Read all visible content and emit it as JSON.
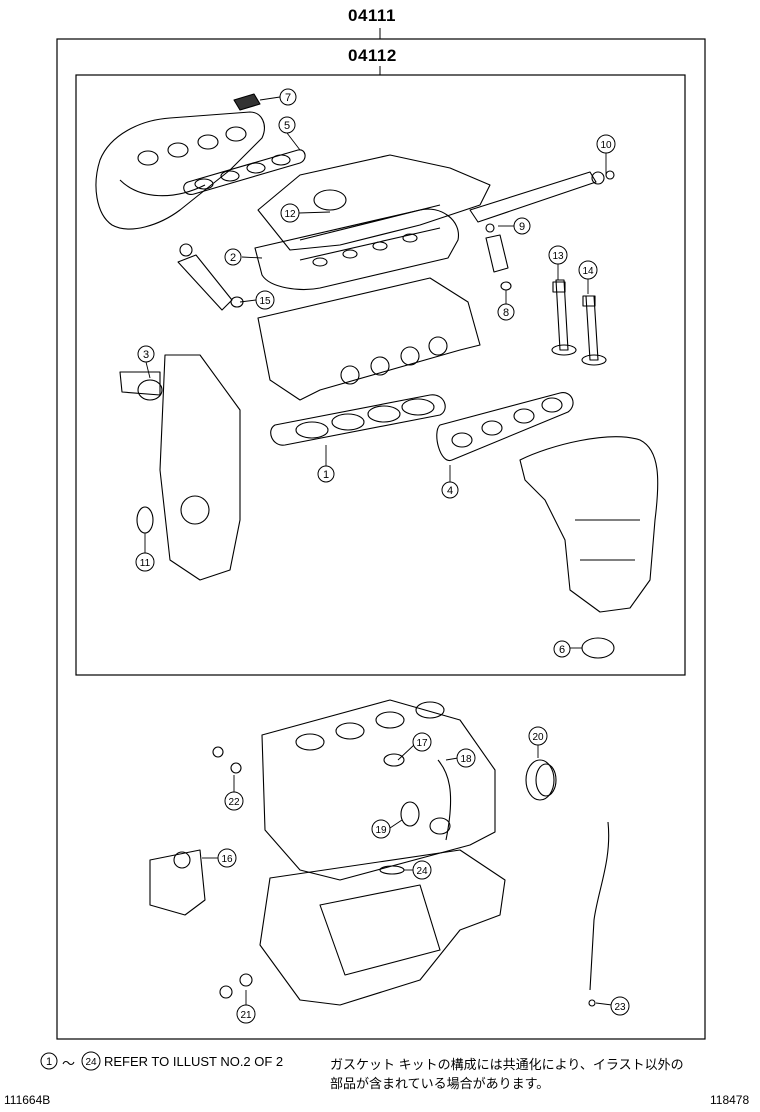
{
  "header": {
    "kit_outer_number": "04111",
    "kit_inner_number": "04112"
  },
  "callouts": [
    {
      "id": "1",
      "label": "1"
    },
    {
      "id": "2",
      "label": "2"
    },
    {
      "id": "3",
      "label": "3"
    },
    {
      "id": "4",
      "label": "4"
    },
    {
      "id": "5",
      "label": "5"
    },
    {
      "id": "6",
      "label": "6"
    },
    {
      "id": "7",
      "label": "7"
    },
    {
      "id": "8",
      "label": "8"
    },
    {
      "id": "9",
      "label": "9"
    },
    {
      "id": "10",
      "label": "10"
    },
    {
      "id": "11",
      "label": "11"
    },
    {
      "id": "12",
      "label": "12"
    },
    {
      "id": "13",
      "label": "13"
    },
    {
      "id": "14",
      "label": "14"
    },
    {
      "id": "15",
      "label": "15"
    },
    {
      "id": "16",
      "label": "16"
    },
    {
      "id": "17",
      "label": "17"
    },
    {
      "id": "18",
      "label": "18"
    },
    {
      "id": "19",
      "label": "19"
    },
    {
      "id": "20",
      "label": "20"
    },
    {
      "id": "21",
      "label": "21"
    },
    {
      "id": "22",
      "label": "22"
    },
    {
      "id": "23",
      "label": "23"
    },
    {
      "id": "24",
      "label": "24"
    }
  ],
  "notes": {
    "range_start": "1",
    "range_sep": "～",
    "range_end": "24",
    "refer_text": "REFER TO ILLUST NO.2 OF 2",
    "jp_line1": "ガスケット キットの構成には共通化により、イラスト以外の",
    "jp_line2": "部品が含まれている場合があります。"
  },
  "footer": {
    "left_id": "111664B",
    "right_id": "118478"
  }
}
